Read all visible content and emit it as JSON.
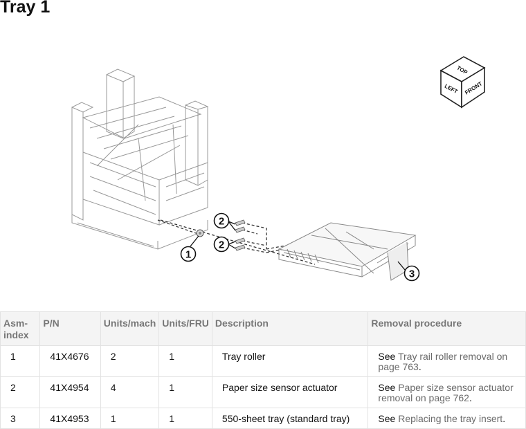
{
  "page": {
    "title": "Tray 1"
  },
  "figure": {
    "callouts": [
      "1",
      "2",
      "2",
      "3"
    ],
    "orientation_cube": {
      "top": "TOP",
      "left": "LEFT",
      "front": "FRONT"
    }
  },
  "table": {
    "headers": {
      "asm_index": "Asm-index",
      "pn": "P/N",
      "units_mach": "Units/mach",
      "units_fru": "Units/FRU",
      "description": "Description",
      "removal": "Removal procedure"
    },
    "rows": [
      {
        "index": "1",
        "pn": "41X4676",
        "units_mach": "2",
        "units_fru": "1",
        "description": "Tray roller",
        "see": "See",
        "link": "Tray rail roller removal on page 763",
        "period": "."
      },
      {
        "index": "2",
        "pn": "41X4954",
        "units_mach": "4",
        "units_fru": "1",
        "description": "Paper size sensor actuator",
        "see": "See",
        "link": "Paper size sensor actuator removal on page 762",
        "period": "."
      },
      {
        "index": "3",
        "pn": "41X4953",
        "units_mach": "1",
        "units_fru": "1",
        "description": "550-sheet tray (standard tray)",
        "see": "See",
        "link": "Replacing the tray insert",
        "period": "."
      }
    ]
  }
}
